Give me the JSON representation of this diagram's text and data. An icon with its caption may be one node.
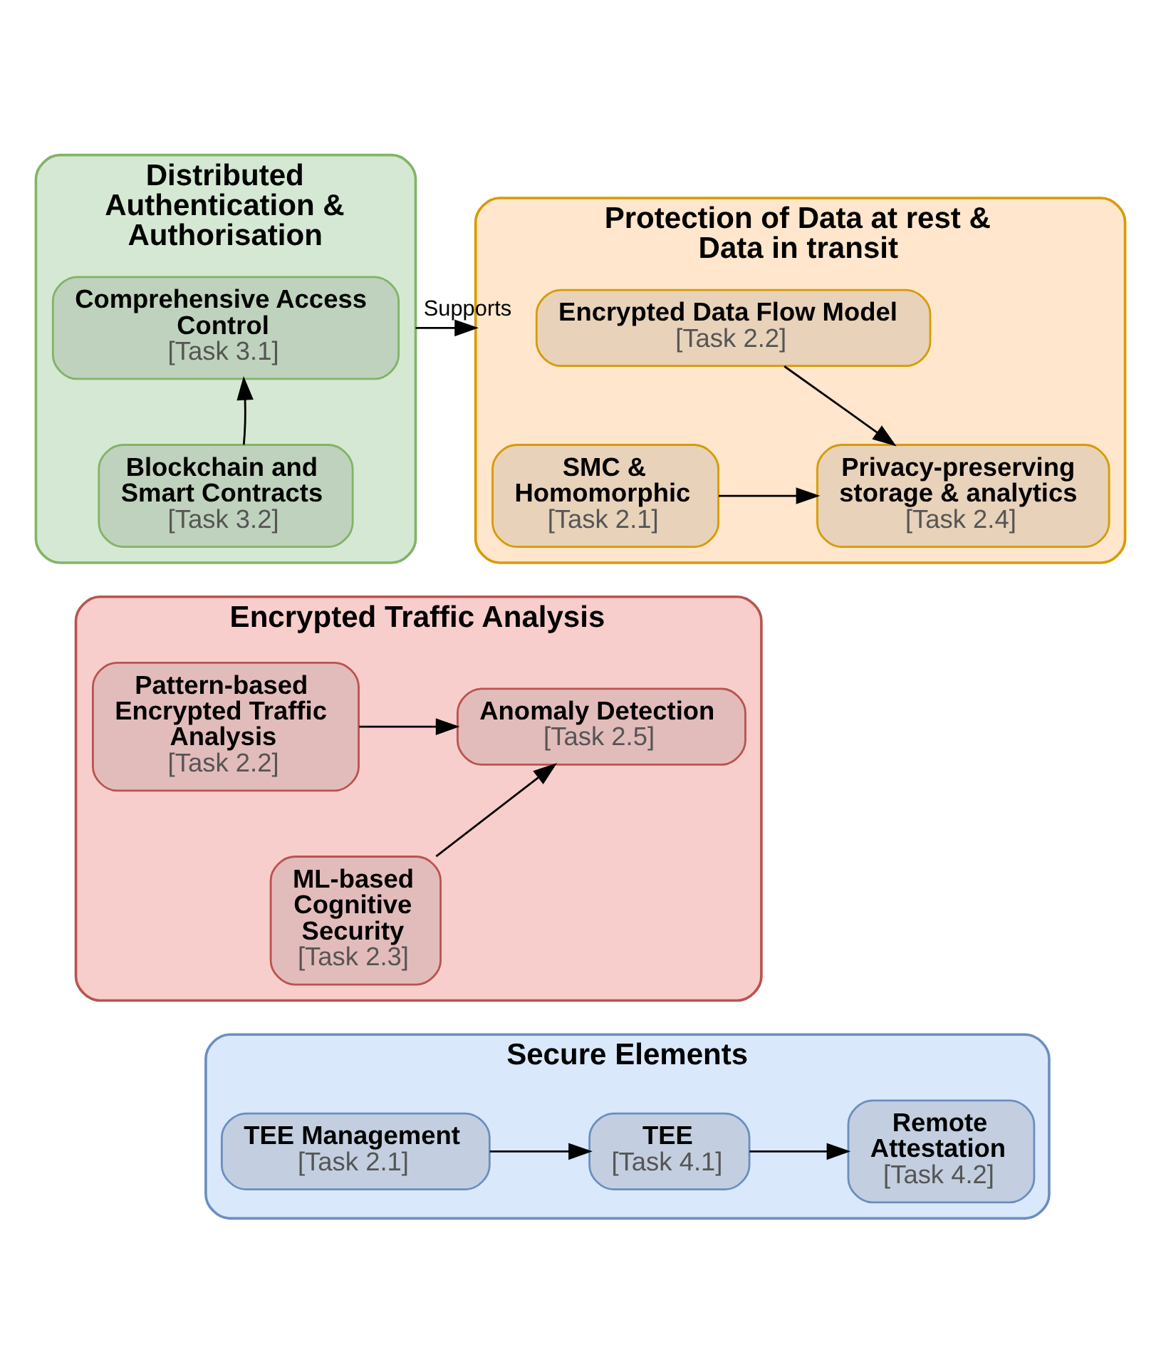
{
  "diagram": {
    "nodes": [
      {
        "text": [
          "Distributed Authentication & Authorisation"
        ]
      },
      {
        "text": [
          "Comprehensive Access Control",
          "[Task 3.1]"
        ],
        "in": 0
      },
      {
        "text": [
          "Blockchain and Smart Contracts",
          "[Task 3.2]"
        ],
        "in": 0
      },
      {
        "text": [
          "Protection of Data at rest & Data in transit"
        ]
      },
      {
        "text": [
          "Encrypted Data Flow Model",
          "[Task 2.2]"
        ],
        "in": 3
      },
      {
        "text": [
          "SMC & Homomorphic",
          "[Task 2.1]"
        ],
        "in": 3
      },
      {
        "text": [
          "Privacy-preserving storage & analytics",
          "[Task 2.4]"
        ],
        "in": 3
      },
      {
        "text": [
          "Encrypted Traffic Analysis"
        ]
      },
      {
        "text": [
          "Pattern-based Encrypted Traffic Analysis",
          "[Task 2.2]"
        ],
        "in": 7
      },
      {
        "text": [
          "ML-based Cognitive Security",
          "[Task 2.3]"
        ],
        "in": 7
      },
      {
        "text": [
          "Anomaly Detection",
          "[Task 2.5]"
        ],
        "in": 7
      },
      {
        "text": [
          "Secure Elements"
        ]
      },
      {
        "text": [
          "TEE Management",
          "[Task 2.1]"
        ],
        "in": 11
      },
      {
        "text": [
          "TEE",
          "[Task 4.1]"
        ],
        "in": 11
      },
      {
        "text": [
          "Remote Attestation",
          "[Task 4.2]"
        ],
        "in": 11
      }
    ],
    "edges": [
      {
        "from": 0,
        "to": 3,
        "arrow": "to",
        "label": "Supports"
      },
      {
        "from": 2,
        "to": 1,
        "arrow": "to"
      },
      {
        "from": 4,
        "to": 6,
        "arrow": "to"
      },
      {
        "from": 5,
        "to": 6,
        "arrow": "to"
      },
      {
        "from": 8,
        "to": 10,
        "arrow": "to"
      },
      {
        "from": 9,
        "to": 10,
        "arrow": "to"
      },
      {
        "from": 12,
        "to": 13,
        "arrow": "to"
      },
      {
        "from": 13,
        "to": 14,
        "arrow": "to"
      }
    ]
  }
}
